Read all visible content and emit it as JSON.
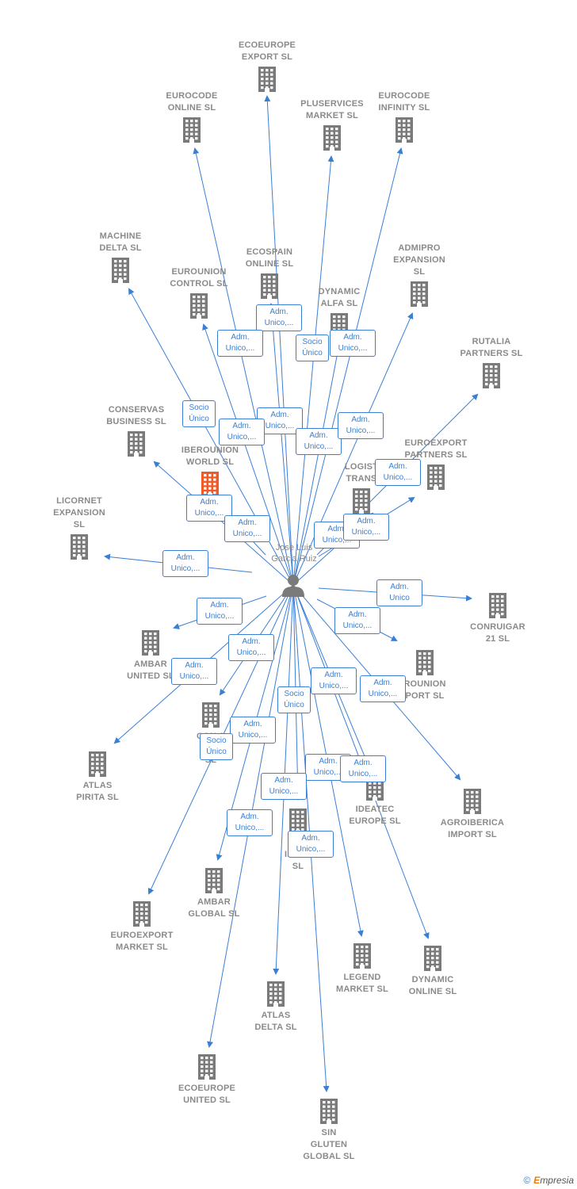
{
  "center": {
    "name": "Jose Luis\nGarcia Ruiz",
    "icon": "person-icon"
  },
  "colors": {
    "edge": "#3a7fd6",
    "node_icon": "#7a7a7a",
    "highlight_icon": "#f05a28",
    "label": "#8a8a8a"
  },
  "nodes": [
    {
      "id": "ecoeurope-export",
      "label": "ECOEUROPE\nEXPORT  SL"
    },
    {
      "id": "eurocode-online",
      "label": "EUROCODE\nONLINE  SL"
    },
    {
      "id": "pluservices-market",
      "label": "PLUSERVICES\nMARKET  SL"
    },
    {
      "id": "eurocode-infinity",
      "label": "EUROCODE\nINFINITY  SL"
    },
    {
      "id": "machine-delta",
      "label": "MACHINE\nDELTA  SL"
    },
    {
      "id": "ecospain-online",
      "label": "ECOSPAIN\nONLINE  SL"
    },
    {
      "id": "admipro-expansion",
      "label": "ADMIPRO\nEXPANSION\nSL"
    },
    {
      "id": "eurounion-control",
      "label": "EUROUNION\nCONTROL  SL"
    },
    {
      "id": "dynamic-alfa",
      "label": "DYNAMIC\nALFA  SL"
    },
    {
      "id": "rutalia-partners",
      "label": "RUTALIA\nPARTNERS  SL"
    },
    {
      "id": "conservas-business",
      "label": "CONSERVAS\nBUSINESS  SL"
    },
    {
      "id": "iberounion-world",
      "label": "IBEROUNION\nWORLD  SL",
      "highlight": true
    },
    {
      "id": "euroexport-partners",
      "label": "EUROEXPORT\nPARTNERS  SL"
    },
    {
      "id": "logist-trans",
      "label": "LOGIST\nTRANS"
    },
    {
      "id": "licornet-expansion",
      "label": "LICORNET\nEXPANSION\nSL"
    },
    {
      "id": "conruigar-21",
      "label": "CONRUIGAR\n21  SL"
    },
    {
      "id": "eurounion-port",
      "label": "ROUNION\nPORT  SL"
    },
    {
      "id": "ambar-united",
      "label": "AMBAR\nUNITED  SL"
    },
    {
      "id": "con-cana",
      "label": "CON         A\nCAN\nSL"
    },
    {
      "id": "atlas-pirita",
      "label": "ATLAS\nPIRITA  SL"
    },
    {
      "id": "ideatec-europe",
      "label": "IDEATEC\nEUROPE  SL"
    },
    {
      "id": "agroiberica-import",
      "label": "AGROIBERICA\nIMPORT  SL"
    },
    {
      "id": "dom-inter",
      "label": "DOM\nINTER\nSL"
    },
    {
      "id": "ambar-global",
      "label": "AMBAR\nGLOBAL  SL"
    },
    {
      "id": "euroexport-market",
      "label": "EUROEXPORT\nMARKET  SL"
    },
    {
      "id": "legend-market",
      "label": "LEGEND\nMARKET  SL"
    },
    {
      "id": "dynamic-online",
      "label": "DYNAMIC\nONLINE  SL"
    },
    {
      "id": "atlas-delta",
      "label": "ATLAS\nDELTA  SL"
    },
    {
      "id": "ecoeurope-united",
      "label": "ECOEUROPE\nUNITED  SL"
    },
    {
      "id": "sin-gluten-global",
      "label": "SIN\nGLUTEN\nGLOBAL  SL"
    }
  ],
  "badges": [
    "Adm.\nUnico,...",
    "Adm.\nUnico,...",
    "Socio\nÚnico",
    "Adm.\nUnico,...",
    "Socio\nÚnico",
    "Adm.\nUnico,...",
    "Adm.\nUnico,...",
    "Adm.\nUnico,...",
    "Adm.\nUnico,...",
    "Adm.\nUnico,...",
    "Adm.\nUnico,...",
    "Adm.\nUnico,...",
    "Adm.\nUnico,...",
    "Adm.\nUnico,...",
    "Adm.\nUnico,...",
    "Adm.\nUnico",
    "Adm.\nUnico,...",
    "Adm.\nUnico,...",
    "Adm.\nUnico,...",
    "Adm.\nUnico,...",
    "Adm.\nUnico,...",
    "Adm.\nUnico,...",
    "Socio\nÚnico",
    "Adm.\nUnico,...",
    "Socio\nÚnico",
    "Adm.\nUnico,...",
    "Adm.\nUnico,...",
    "Adm.\nUnico,...",
    "Adm.\nUnico,...",
    "Adm.\nUnico,..."
  ],
  "footer": {
    "copyright": "©",
    "brand_first": "E",
    "brand_rest": "mpresia"
  }
}
